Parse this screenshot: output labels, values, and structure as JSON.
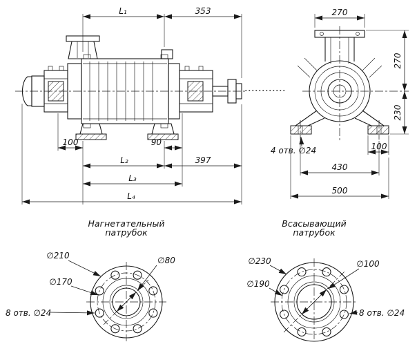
{
  "colors": {
    "ink": "#1a1a1a",
    "background": "#ffffff"
  },
  "side_view": {
    "dim_l1": "L₁",
    "dim_353": "353",
    "dim_100": "100",
    "dim_90": "90",
    "dim_l2": "L₂",
    "dim_397": "397",
    "dim_l3": "L₃",
    "dim_l4": "L₄"
  },
  "front_view": {
    "dim_270_top": "270",
    "dim_270_right": "270",
    "dim_230_right": "230",
    "dim_holes": "4 отв. ∅24",
    "dim_100": "100",
    "dim_430": "430",
    "dim_500": "500"
  },
  "discharge_flange": {
    "title_line1": "Нагнетательный",
    "title_line2": "патрубок",
    "dim_d210": "∅210",
    "dim_d80": "∅80",
    "dim_d170": "∅170",
    "dim_holes": "8 отв. ∅24"
  },
  "suction_flange": {
    "title_line1": "Всасывающий",
    "title_line2": "патрубок",
    "dim_d230": "∅230",
    "dim_d100": "∅100",
    "dim_d190": "∅190",
    "dim_holes": "8 отв. ∅24"
  }
}
